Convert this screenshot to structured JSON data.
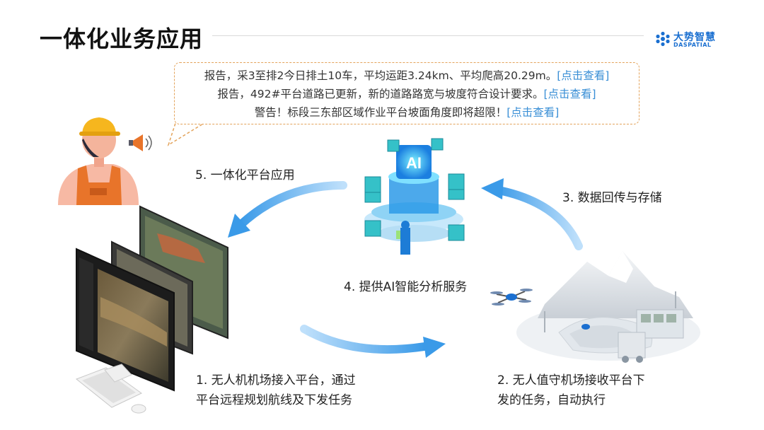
{
  "title": "一体化业务应用",
  "logo": {
    "cn": "大势智慧",
    "en": "DASPATIAL"
  },
  "bubble": {
    "line1": {
      "text": "报告，采3至排2今日排土10车，平均运距3.24km、平均爬高20.29m。",
      "link": "[点击查看]"
    },
    "line2": {
      "text": "报告，492#平台道路已更新，新的道路路宽与坡度符合设计要求。",
      "link": "[点击查看]"
    },
    "line3": {
      "text": "警告！标段三东部区域作业平台坡面角度即将超限！",
      "link": "[点击查看]"
    }
  },
  "steps": {
    "s5": "5. 一体化平台应用",
    "s3": "3. 数据回传与存储",
    "s4": "4. 提供AI智能分析服务",
    "s1_line1": "1. 无人机机场接入平台，通过",
    "s1_line2": "平台远程规划航线及下发任务",
    "s2_line1": "2. 无人值守机场接收平台下",
    "s2_line2": "发的任务，自动执行"
  },
  "ai_label": "AI",
  "colors": {
    "accent": "#3a8fd6",
    "arrow": "#49a6ee",
    "bubble_border": "#e3a35b",
    "worker_vest": "#e8742a",
    "helmet": "#f6b61e"
  }
}
